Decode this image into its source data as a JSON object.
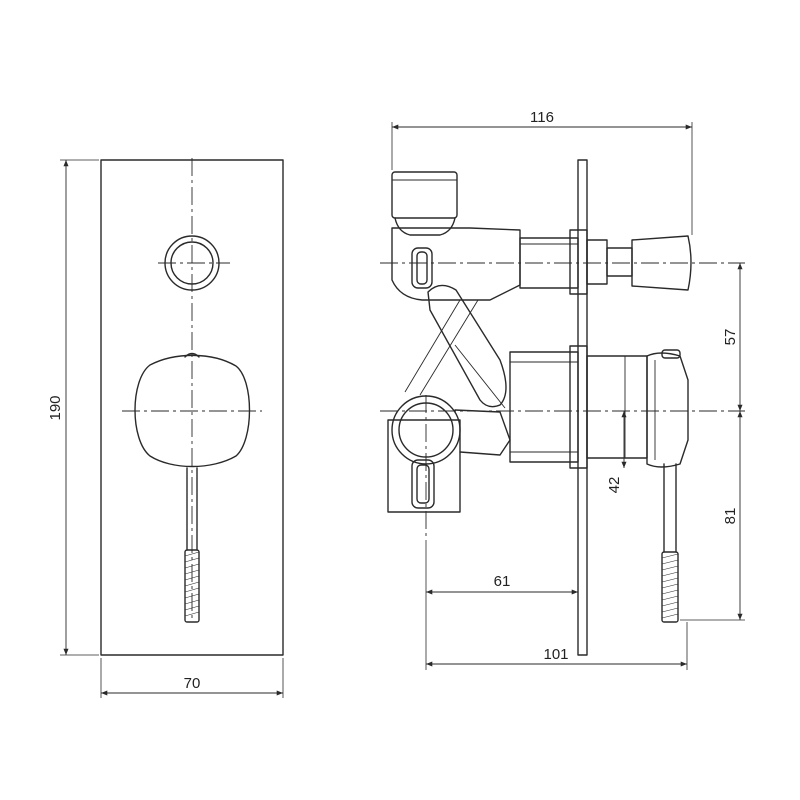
{
  "dimensions": {
    "front_height": "190",
    "front_width": "70",
    "side_overall_depth": "116",
    "outlet_spacing": "57",
    "lower_offset": "42",
    "handle_drop": "81",
    "body_depth": "61",
    "handle_depth": "101"
  },
  "colors": {
    "line": "#2a2a2a",
    "background": "#ffffff"
  }
}
